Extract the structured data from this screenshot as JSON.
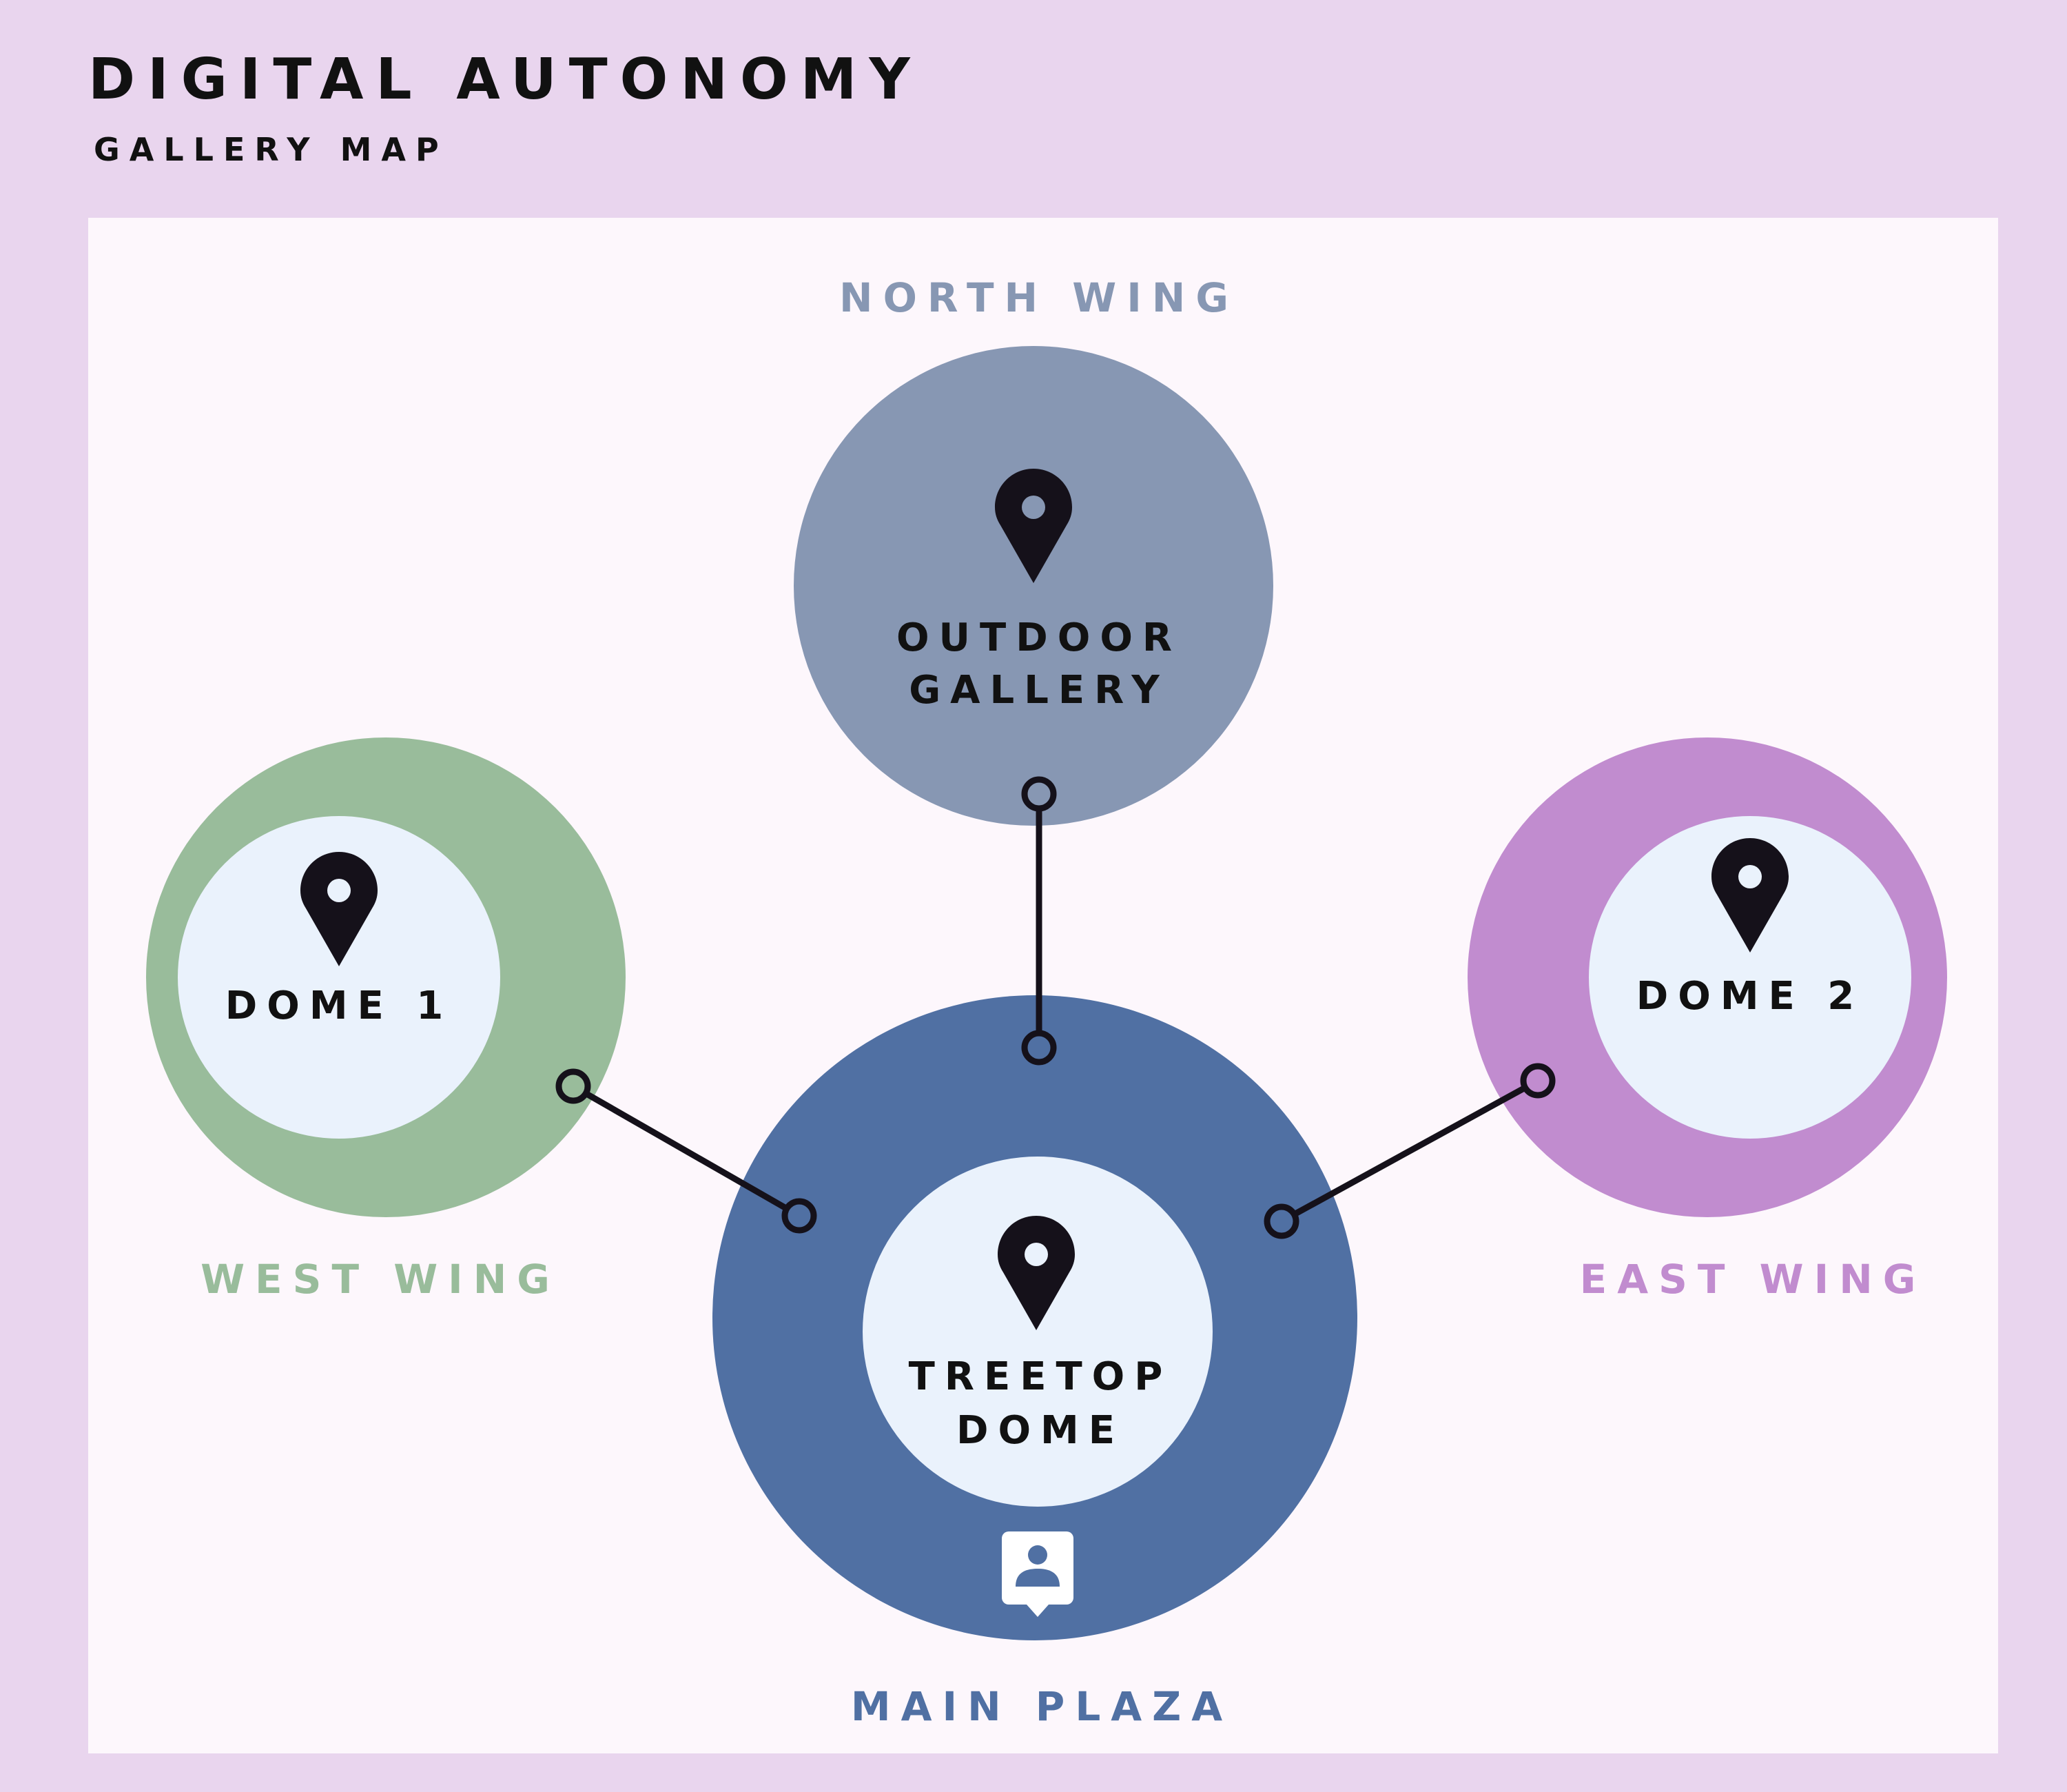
{
  "header": {
    "title": "DIGITAL AUTONOMY",
    "subtitle": "GALLERY MAP"
  },
  "colors": {
    "background": "#e9d5ee",
    "panel": "#fdf7fc",
    "north": "#8797b3",
    "west": "#99bc9b",
    "east": "#c18ccf",
    "main": "#5070a3",
    "inner": "#eaf2fc",
    "ink": "#15111a"
  },
  "wings": {
    "north": "NORTH WING",
    "west": "WEST WING",
    "east": "EAST WING",
    "main": "MAIN PLAZA"
  },
  "locations": {
    "outdoor_gallery": {
      "line1": "OUTDOOR",
      "line2": "GALLERY",
      "icon": "map-pin-icon"
    },
    "dome1": {
      "label": "DOME 1",
      "icon": "map-pin-icon"
    },
    "dome2": {
      "label": "DOME 2",
      "icon": "map-pin-icon"
    },
    "treetop_dome": {
      "line1": "TREETOP",
      "line2": "DOME",
      "icon": "map-pin-icon"
    }
  },
  "info_point": {
    "icon": "person-info-board-icon"
  },
  "connections": [
    {
      "from": "outdoor_gallery",
      "to": "treetop_dome"
    },
    {
      "from": "dome1",
      "to": "treetop_dome"
    },
    {
      "from": "dome2",
      "to": "treetop_dome"
    }
  ]
}
